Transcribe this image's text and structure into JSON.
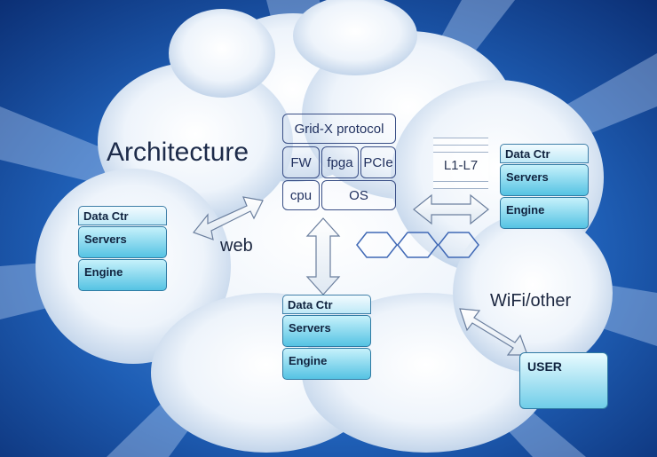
{
  "title": "Architecture",
  "core": {
    "protocol": "Grid-X protocol",
    "fw": "FW",
    "fpga": "fpga",
    "pcie": "PCIe",
    "cpu": "cpu",
    "os": "OS"
  },
  "layers_label": "L1-L7",
  "labels": {
    "web": "web",
    "wifi": "WiFi/other"
  },
  "data_centers": [
    {
      "header": "Data Ctr",
      "servers": "Servers",
      "engine": "Engine"
    },
    {
      "header": "Data Ctr",
      "servers": "Servers",
      "engine": "Engine"
    },
    {
      "header": "Data Ctr",
      "servers": "Servers",
      "engine": "Engine"
    }
  ],
  "user": "USER",
  "colors": {
    "sky_dark": "#0b2e73",
    "sky_mid": "#1f5fb6",
    "cloud": "#f4f8fd",
    "card_cyan": "#55c3e3",
    "line": "#3a4f86"
  }
}
